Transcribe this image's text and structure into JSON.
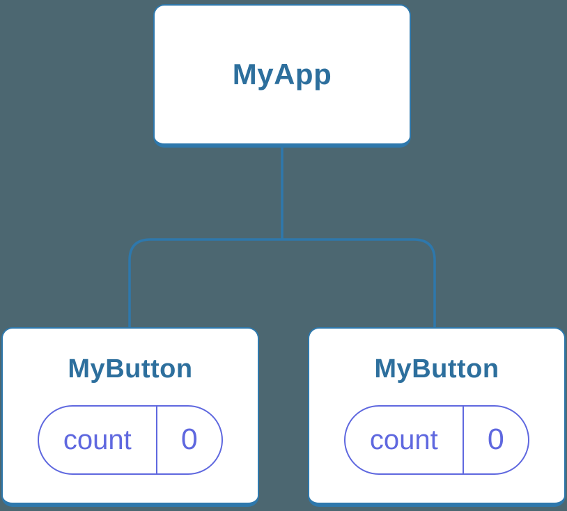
{
  "diagram": {
    "background_color": "#4c6771",
    "connector_color": "#2e78ac",
    "card_background": "#ffffff",
    "card_border_color": "#2e78ac",
    "label_color": "#2d6f9d",
    "state_accent_color": "#5f68df",
    "root": {
      "label": "MyApp"
    },
    "children": [
      {
        "label": "MyButton",
        "state": {
          "name": "count",
          "value": "0"
        }
      },
      {
        "label": "MyButton",
        "state": {
          "name": "count",
          "value": "0"
        }
      }
    ]
  }
}
